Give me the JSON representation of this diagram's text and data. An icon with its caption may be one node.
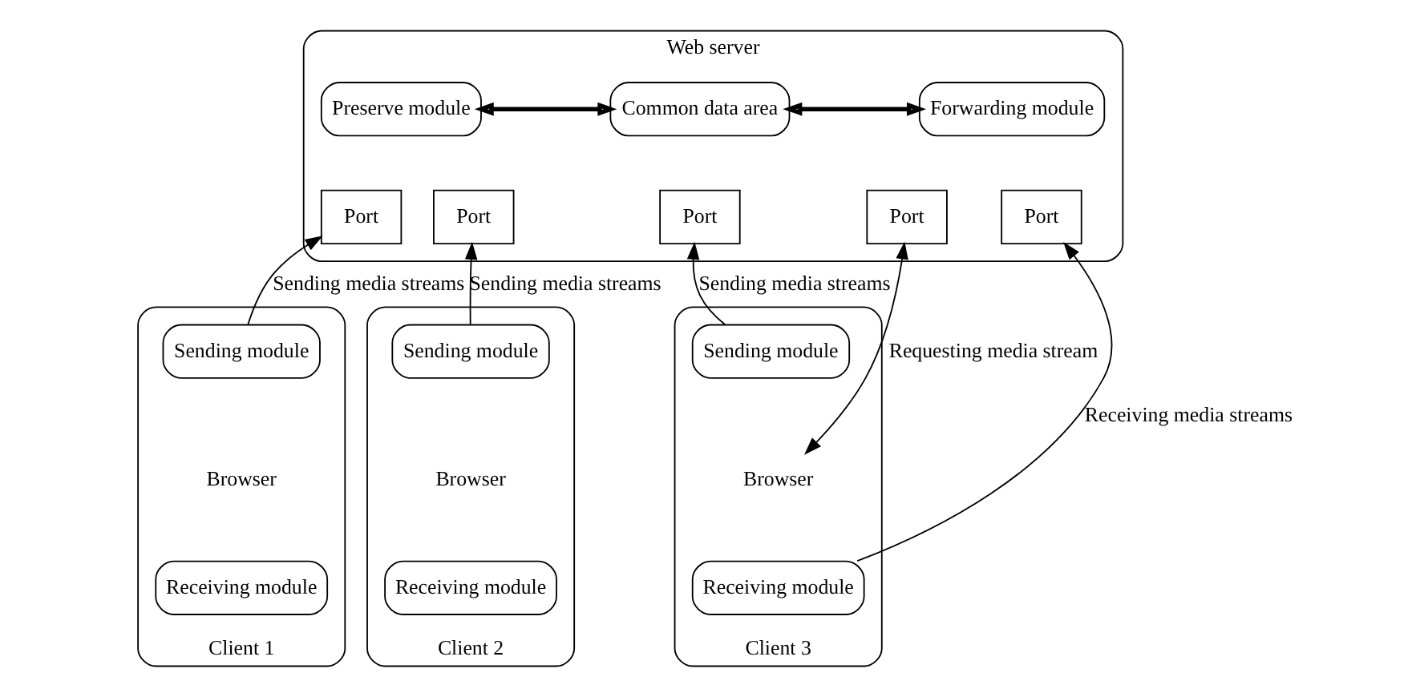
{
  "diagram": {
    "nodes": [
      {
        "text": [
          "Web server"
        ]
      },
      {
        "text": [
          "Preserve module"
        ],
        "in": 0
      },
      {
        "text": [
          "Common data area"
        ],
        "in": 0
      },
      {
        "text": [
          "Forwarding module"
        ],
        "in": 0
      },
      {
        "text": [
          "Port"
        ],
        "in": 0
      },
      {
        "text": [
          "Port"
        ],
        "in": 0
      },
      {
        "text": [
          "Port"
        ],
        "in": 0
      },
      {
        "text": [
          "Port"
        ],
        "in": 0
      },
      {
        "text": [
          "Port"
        ],
        "in": 0
      },
      {
        "text": [
          "Client 1"
        ]
      },
      {
        "text": [
          "Sending module"
        ],
        "in": 9
      },
      {
        "text": [
          "Browser"
        ],
        "in": 9
      },
      {
        "text": [
          "Receiving module"
        ],
        "in": 9
      },
      {
        "text": [
          "Client 2"
        ]
      },
      {
        "text": [
          "Sending module"
        ],
        "in": 13
      },
      {
        "text": [
          "Browser"
        ],
        "in": 13
      },
      {
        "text": [
          "Receiving module"
        ],
        "in": 13
      },
      {
        "text": [
          "Client 3"
        ]
      },
      {
        "text": [
          "Sending module"
        ],
        "in": 17
      },
      {
        "text": [
          "Browser"
        ],
        "in": 17
      },
      {
        "text": [
          "Receiving module"
        ],
        "in": 17
      }
    ],
    "edges": [
      {
        "from": 1,
        "to": 2,
        "arrow": "both",
        "style": "thick"
      },
      {
        "from": 2,
        "to": 3,
        "arrow": "both",
        "style": "thick"
      },
      {
        "from": 10,
        "to": 4,
        "arrow": "to",
        "label": "Sending media streams"
      },
      {
        "from": 14,
        "to": 5,
        "arrow": "to",
        "label": "Sending media streams"
      },
      {
        "from": 18,
        "to": 6,
        "arrow": "to",
        "label": "Sending media streams"
      },
      {
        "from": 19,
        "to": 7,
        "arrow": "both",
        "label": "Requesting media stream"
      },
      {
        "from": 20,
        "to": 8,
        "arrow": "to",
        "label": "Receiving media streams"
      }
    ]
  }
}
